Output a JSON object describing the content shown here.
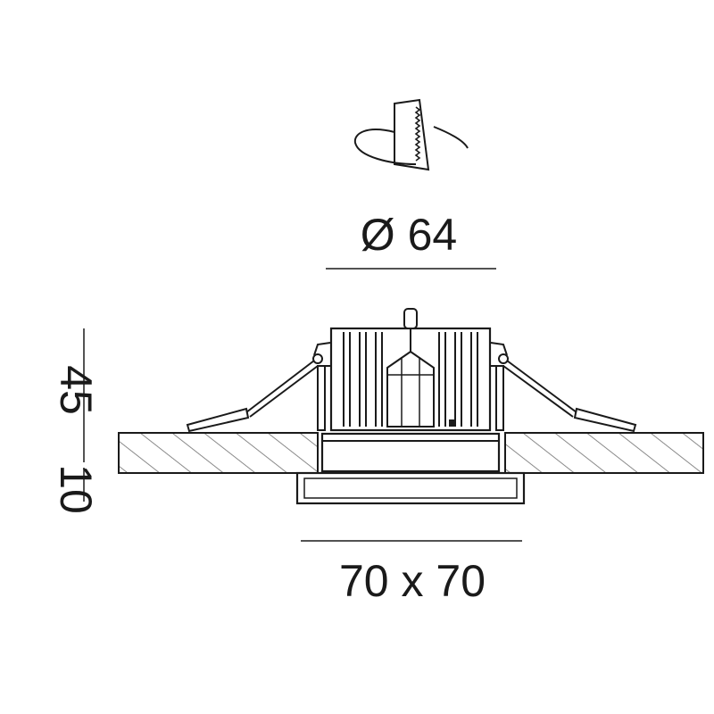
{
  "diagram": {
    "cutout_label": "Ø 64",
    "height_above": "45",
    "height_below": "10",
    "frame_label": "70 x 70"
  },
  "colors": {
    "ink": "#1a1a1a",
    "hatch": "#8a8a8a",
    "background": "#ffffff"
  }
}
